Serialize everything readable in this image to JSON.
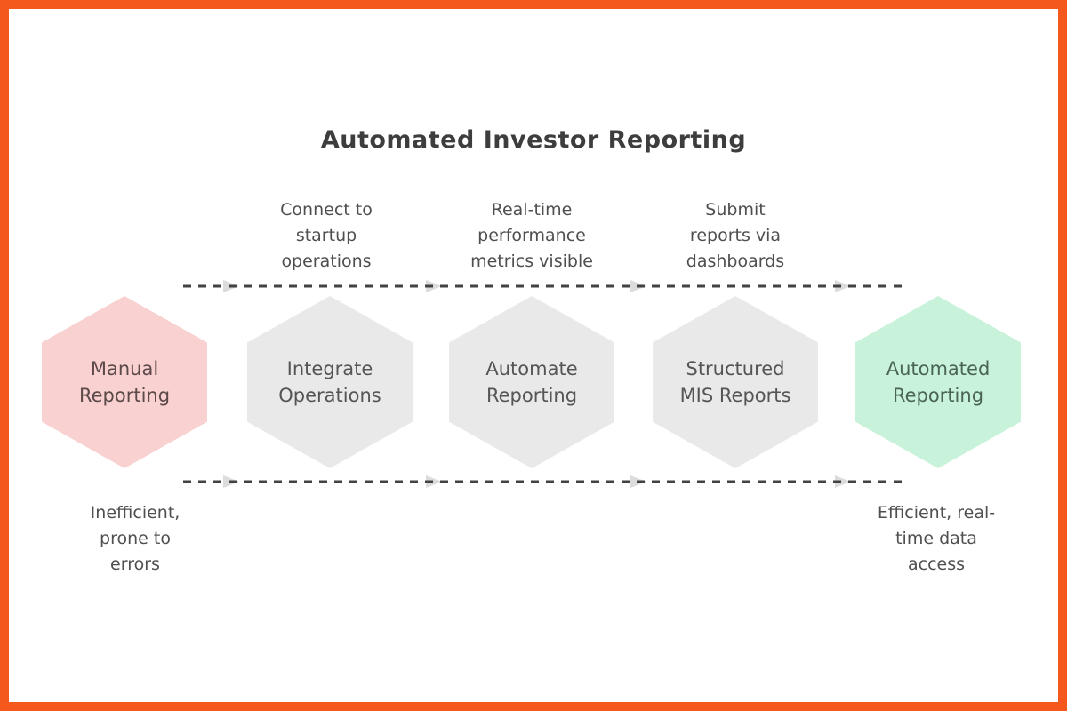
{
  "title": "Automated Investor Reporting",
  "top_labels": [
    {
      "text": "Connect to\nstartup\noperations"
    },
    {
      "text": "Real-time\nperformance\nmetrics visible"
    },
    {
      "text": "Submit\nreports via\ndashboards"
    }
  ],
  "hexagons": [
    {
      "label": "Manual\nReporting",
      "fill": "#f9d1d1",
      "text_color": "#5c4949"
    },
    {
      "label": "Integrate\nOperations",
      "fill": "#e9e9e9",
      "text_color": "#555555"
    },
    {
      "label": "Automate\nReporting",
      "fill": "#e9e9e9",
      "text_color": "#555555"
    },
    {
      "label": "Structured\nMIS Reports",
      "fill": "#e9e9e9",
      "text_color": "#555555"
    },
    {
      "label": "Automated\nReporting",
      "fill": "#c9f2db",
      "text_color": "#4a6456"
    }
  ],
  "bottom_labels": [
    {
      "text": "Inefficient,\nprone to\nerrors"
    },
    {
      "text": "Efficient, real-\ntime data\naccess"
    }
  ],
  "colors": {
    "frame_border": "#f4581c",
    "background": "#ffffff",
    "title_text": "#3d3d3d",
    "label_text": "#4f4f4f",
    "dash_line": "#424242",
    "arrowhead": "#dcdcdc"
  }
}
